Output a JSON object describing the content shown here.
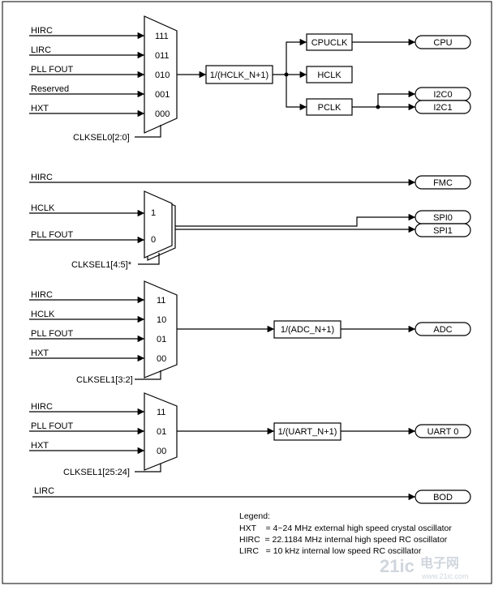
{
  "mux0": {
    "inputs": [
      "HIRC",
      "LIRC",
      "PLL FOUT",
      "Reserved",
      "HXT"
    ],
    "codes": [
      "111",
      "011",
      "010",
      "001",
      "000"
    ],
    "select": "CLKSEL0[2:0]",
    "divider": "1/(HCLK_N+1)",
    "blocks": {
      "cpuclk": "CPUCLK",
      "hclk": "HCLK",
      "pclk": "PCLK"
    },
    "outputs": {
      "cpu": "CPU",
      "i2c0": "I2C0",
      "i2c1": "I2C1"
    }
  },
  "fmc": {
    "input": "HIRC",
    "output": "FMC"
  },
  "mux1": {
    "inputs": [
      "HCLK",
      "PLL FOUT"
    ],
    "codes": [
      "1",
      "0"
    ],
    "select": "CLKSEL1[4:5]*",
    "outputs": [
      "SPI0",
      "SPI1"
    ]
  },
  "mux2": {
    "inputs": [
      "HIRC",
      "HCLK",
      "PLL FOUT",
      "HXT"
    ],
    "codes": [
      "11",
      "10",
      "01",
      "00"
    ],
    "select": "CLKSEL1[3:2]",
    "divider": "1/(ADC_N+1)",
    "output": "ADC"
  },
  "mux3": {
    "inputs": [
      "HIRC",
      "PLL FOUT",
      "HXT"
    ],
    "codes": [
      "11",
      "01",
      "00"
    ],
    "select": "CLKSEL1[25:24]",
    "divider": "1/(UART_N+1)",
    "output": "UART 0"
  },
  "bod": {
    "input": "LIRC",
    "output": "BOD"
  },
  "legend": {
    "title": "Legend:",
    "lines": [
      "HXT    = 4~24 MHz external high speed crystal oscillator",
      "HIRC  = 22.1184 MHz internal high speed RC oscillator",
      "LIRC   = 10 kHz internal low speed RC oscillator"
    ]
  },
  "watermark": {
    "logo": "21ic",
    "site": "电子网",
    "url": "www.21ic.com"
  }
}
